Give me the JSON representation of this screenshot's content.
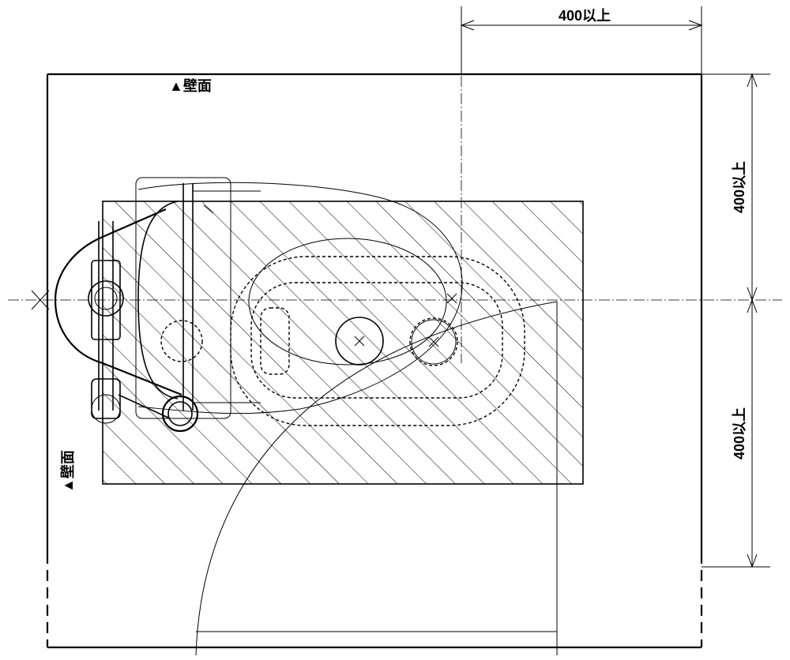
{
  "labels": {
    "wall_top": "▲壁面",
    "wall_left": "▲壁面",
    "dim_top": "400以上",
    "dim_right_upper": "400以上",
    "dim_right_lower": "400以上"
  },
  "colors": {
    "line": "#000000",
    "background": "#ffffff"
  }
}
